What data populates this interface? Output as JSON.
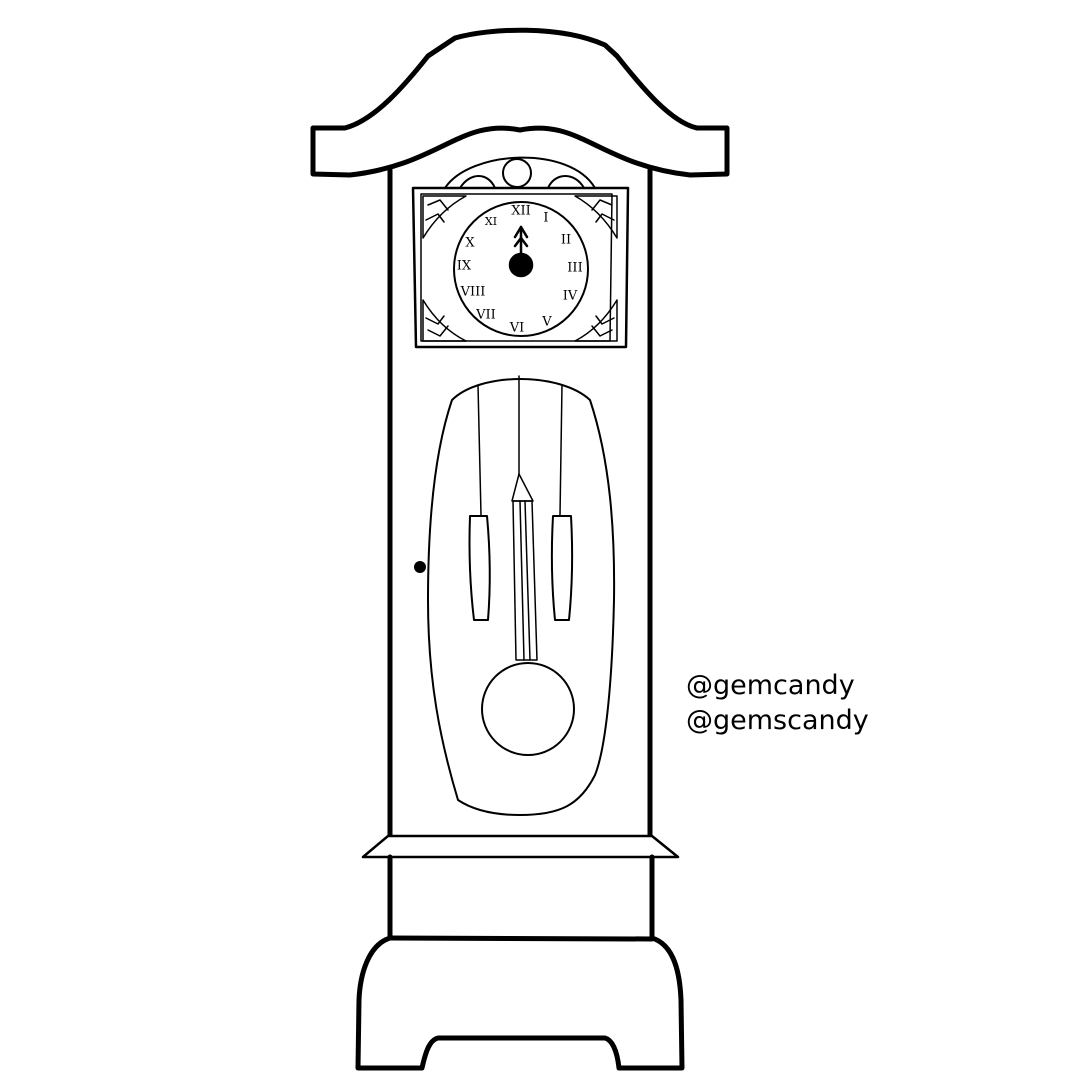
{
  "clock": {
    "numerals": [
      "XII",
      "I",
      "II",
      "III",
      "IV",
      "V",
      "VI",
      "VII",
      "VIII",
      "IX",
      "X",
      "XI"
    ],
    "line_color": "#000000",
    "background": "#ffffff"
  },
  "credits": {
    "line1": "@gemcandy",
    "line2": "@gemscandy"
  }
}
